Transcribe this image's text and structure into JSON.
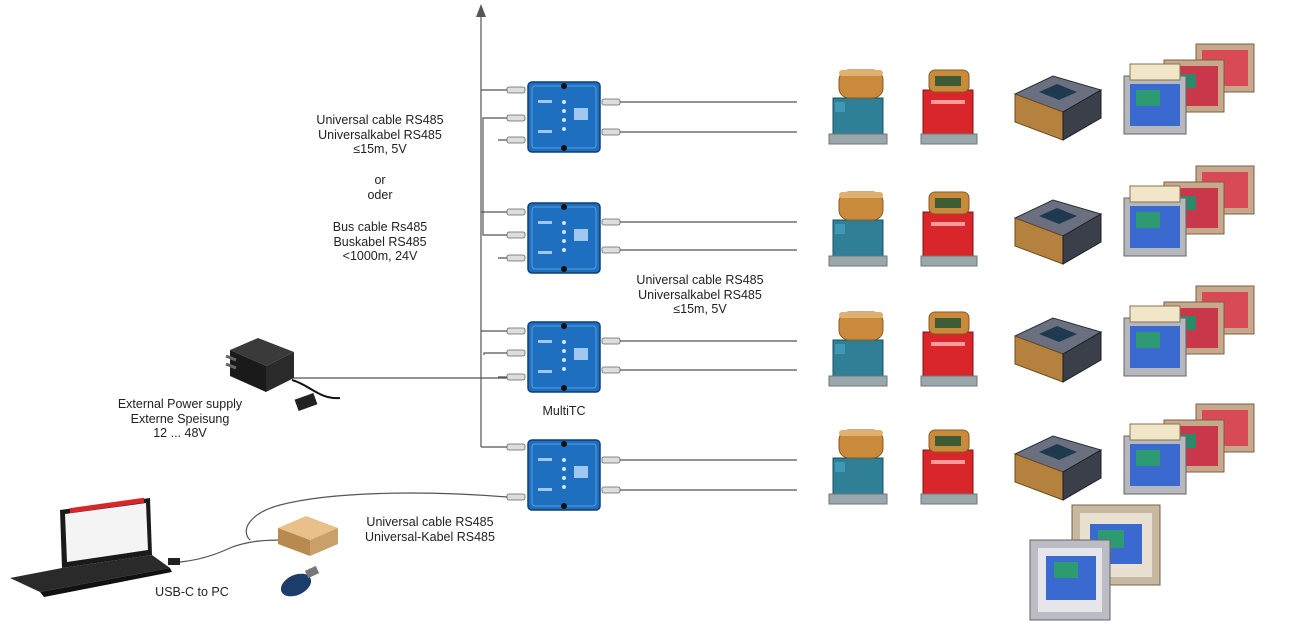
{
  "labels": {
    "cable_left": [
      "Universal cable RS485",
      "Universalkabel RS485",
      "≤15m, 5V"
    ],
    "or_lines": [
      "or",
      "oder"
    ],
    "bus_cable": [
      "Bus cable Rs485",
      "Buskabel RS485",
      "<1000m, 24V"
    ],
    "cable_mid": [
      "Universal cable RS485",
      "Universalkabel RS485",
      "≤15m, 5V"
    ],
    "power": [
      "External Power supply",
      "Externe Speisung",
      "12 ... 48V"
    ],
    "multitc": "MultiTC",
    "usb_cable": [
      "Universal cable RS485",
      "Universal-Kabel RS485"
    ],
    "usb_pc": "USB-C to PC"
  },
  "colors": {
    "multitc_blue": "#1e6fc0",
    "device_teal": "#2f7f96",
    "device_red": "#d9262b",
    "device_wood": "#c98a3c",
    "device_dark": "#3a3f4a",
    "line": "#555555"
  },
  "icons": {
    "power_adapter": "power-adapter-icon",
    "laptop": "laptop-icon",
    "usb_converter": "usb-converter-icon",
    "usb_dongle": "usb-dongle-icon"
  }
}
